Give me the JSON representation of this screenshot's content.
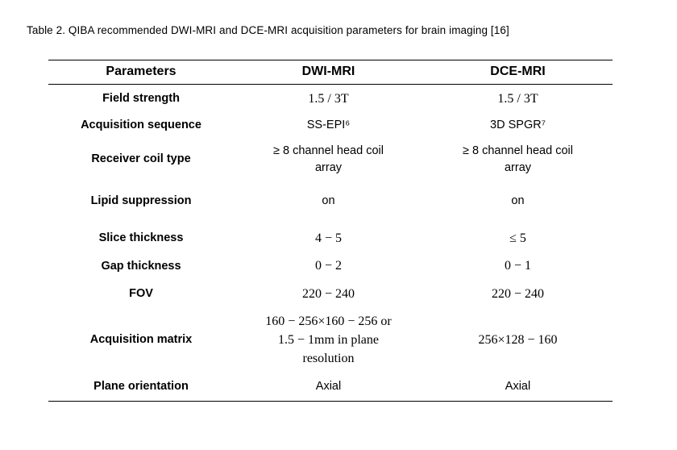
{
  "caption": "Table 2. QIBA recommended DWI-MRI and DCE-MRI acquisition parameters for brain imaging [16]",
  "table": {
    "headers": [
      "Parameters",
      "DWI-MRI",
      "DCE-MRI"
    ],
    "rows": [
      {
        "param": "Field strength",
        "dwi": "1.5 / 3T",
        "dce": "1.5 / 3T",
        "serif": true
      },
      {
        "param": "Acquisition sequence",
        "dwi": "SS-EPI⁶",
        "dce": "3D SPGR⁷",
        "serif": false
      },
      {
        "param": "Receiver coil type",
        "dwi": "≥ 8 channel head coil\narray",
        "dce": "≥ 8 channel head coil\narray",
        "serif": false
      },
      {
        "param": "Lipid suppression",
        "dwi": "on",
        "dce": "on",
        "serif": false
      },
      {
        "param": "Slice thickness",
        "dwi": "4 − 5",
        "dce": "≤ 5",
        "serif": true
      },
      {
        "param": "Gap thickness",
        "dwi": "0 − 2",
        "dce": "0 − 1",
        "serif": true
      },
      {
        "param": "FOV",
        "dwi": "220 − 240",
        "dce": "220 − 240",
        "serif": true
      },
      {
        "param": "Acquisition matrix",
        "dwi": "160 − 256×160 − 256 or\n1.5 − 1mm in plane\nresolution",
        "dce": "256×128 − 160",
        "serif": true
      },
      {
        "param": "Plane orientation",
        "dwi": "Axial",
        "dce": "Axial",
        "serif": false
      }
    ]
  }
}
